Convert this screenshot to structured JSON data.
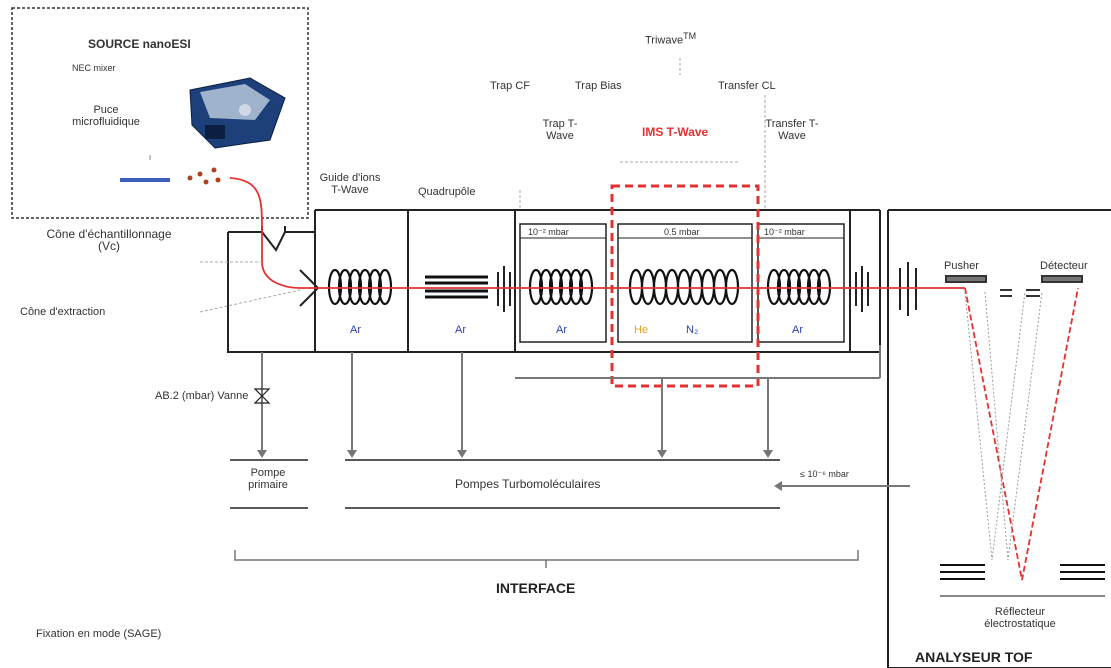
{
  "source": {
    "title": "SOURCE nanoESI",
    "subtitle": "NEC mixer",
    "puce": "Puce microfluidique"
  },
  "top_labels": {
    "triwave": "Triwave",
    "triwave_sup": "TM",
    "trap_cf": "Trap CF",
    "trap_bias": "Trap Bias",
    "transfer_cl": "Transfer CL",
    "trap_twave": "Trap T-Wave",
    "ims_twave": "IMS T-Wave",
    "transfer_twave": "Transfer T-Wave",
    "guide": "Guide d'ions T-Wave",
    "quadrupole": "Quadrupôle"
  },
  "left_labels": {
    "cone_ech": "Cône d'échantillonnage (Vc)",
    "cone_ext": "Cône d'extraction",
    "pressure": "AB.2 (mbar) Vanne"
  },
  "cells": {
    "ar1": "Ar",
    "ar2": "Ar",
    "ar3": "Ar",
    "ar4": "Ar",
    "he": "He",
    "n2": "N₂",
    "p1": "10⁻² mbar",
    "p2": "0.5 mbar",
    "p3": "10⁻² mbar"
  },
  "pumps": {
    "primaire": "Pompe primaire",
    "turbo": "Pompes Turbomoléculaires",
    "pressure": "≤ 10⁻⁶ mbar"
  },
  "tof": {
    "pusher": "Pusher",
    "detecteur": "Détecteur",
    "reflecteur": "Réflecteur électrostatique",
    "analyseur": "ANALYSEUR TOF"
  },
  "interface": "INTERFACE",
  "mode": "Fixation en mode (SAGE)",
  "colors": {
    "ion_path": "#e53030",
    "ims_box": "#e53030",
    "gas": "#2a3fb0"
  }
}
